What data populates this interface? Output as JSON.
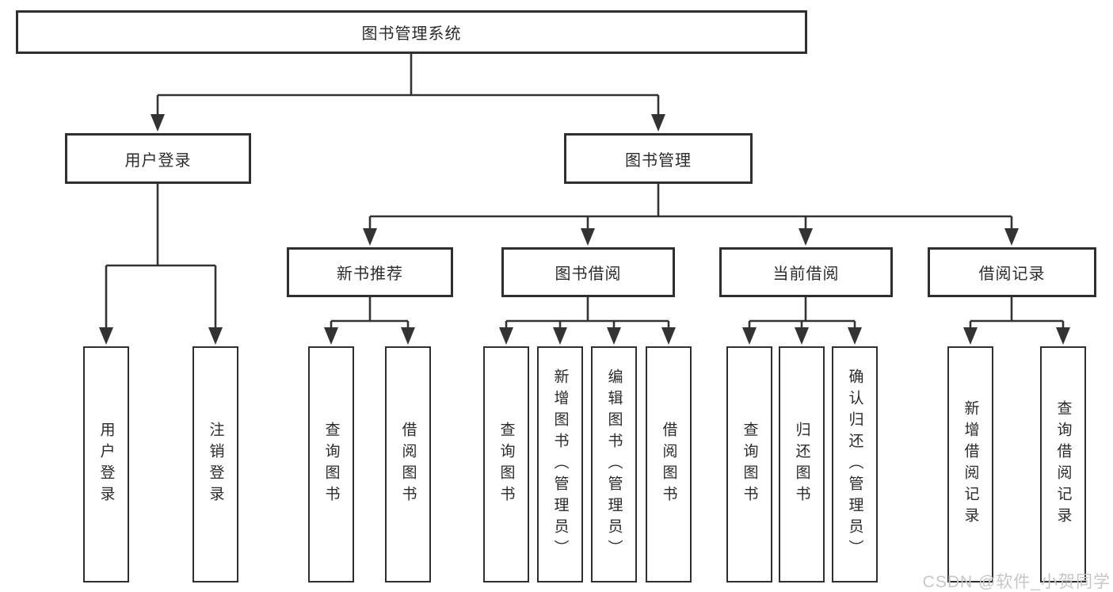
{
  "diagram": {
    "watermark": "CSDN @软件_小贺同学",
    "colors": {
      "background": "#ffffff",
      "line": "#333333",
      "box_border": "#2f2f2f",
      "box_fill": "#ffffff",
      "text": "#2b2b2b",
      "watermark": "#c6c6c6"
    },
    "nodes": {
      "root": {
        "label": "图书管理系统"
      },
      "user_login_group": {
        "label": "用户登录"
      },
      "book_mgmt": {
        "label": "图书管理"
      },
      "new_book_rec": {
        "label": "新书推荐"
      },
      "book_borrow": {
        "label": "图书借阅"
      },
      "current_borrow": {
        "label": "当前借阅"
      },
      "borrow_records": {
        "label": "借阅记录"
      },
      "leaf_user_login": {
        "label": "用户登录"
      },
      "leaf_logout": {
        "label": "注销登录"
      },
      "leaf_query_book_newrec": {
        "label": "查询图书"
      },
      "leaf_borrow_book_newrec": {
        "label": "借阅图书"
      },
      "leaf_query_book_borrow": {
        "label": "查询图书"
      },
      "leaf_add_book_admin": {
        "label": "新增图书（管理员）"
      },
      "leaf_edit_book_admin": {
        "label": "编辑图书（管理员）"
      },
      "leaf_borrow_book_borrow": {
        "label": "借阅图书"
      },
      "leaf_query_book_current": {
        "label": "查询图书"
      },
      "leaf_return_book": {
        "label": "归还图书"
      },
      "leaf_confirm_return_admin": {
        "label": "确认归还（管理员）"
      },
      "leaf_add_borrow_record": {
        "label": "新增借阅记录"
      },
      "leaf_query_borrow_record": {
        "label": "查询借阅记录"
      }
    }
  }
}
